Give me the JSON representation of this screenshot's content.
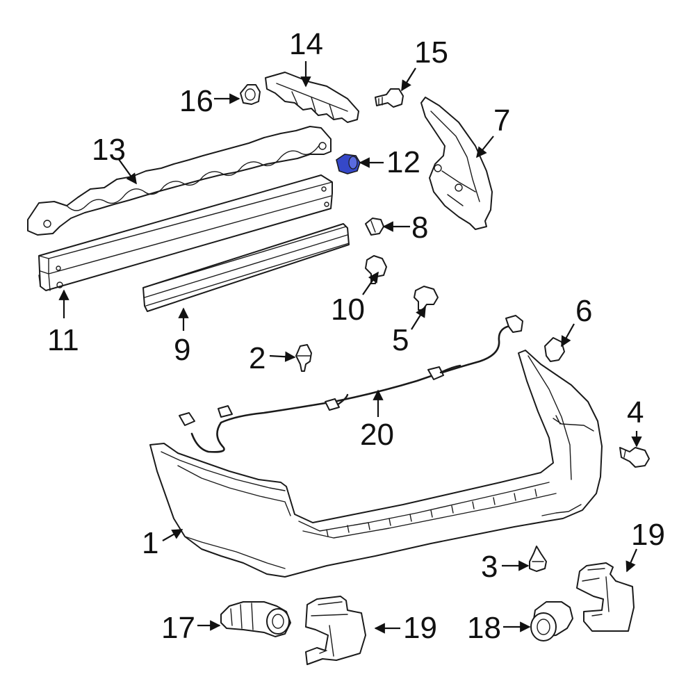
{
  "diagram": {
    "highlight_color": "#3548c8",
    "callouts": [
      {
        "id": "1",
        "text": "1"
      },
      {
        "id": "2",
        "text": "2"
      },
      {
        "id": "3",
        "text": "3"
      },
      {
        "id": "4",
        "text": "4"
      },
      {
        "id": "5",
        "text": "5"
      },
      {
        "id": "6",
        "text": "6"
      },
      {
        "id": "7",
        "text": "7"
      },
      {
        "id": "8",
        "text": "8"
      },
      {
        "id": "9",
        "text": "9"
      },
      {
        "id": "10",
        "text": "10"
      },
      {
        "id": "11",
        "text": "11"
      },
      {
        "id": "12",
        "text": "12"
      },
      {
        "id": "13",
        "text": "13"
      },
      {
        "id": "14",
        "text": "14"
      },
      {
        "id": "15",
        "text": "15"
      },
      {
        "id": "16",
        "text": "16"
      },
      {
        "id": "17",
        "text": "17"
      },
      {
        "id": "18",
        "text": "18"
      },
      {
        "id": "19a",
        "text": "19"
      },
      {
        "id": "19b",
        "text": "19"
      },
      {
        "id": "20",
        "text": "20"
      }
    ],
    "highlighted_part": "12"
  }
}
